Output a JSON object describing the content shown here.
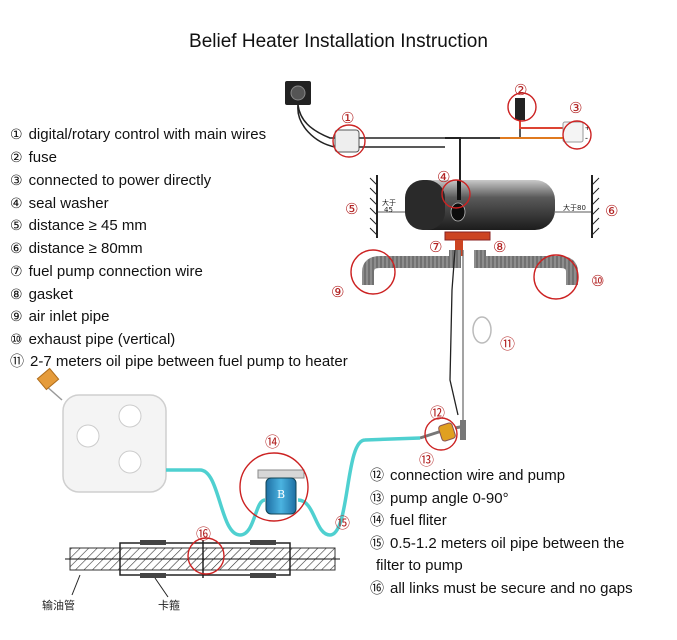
{
  "title": "Belief Heater Installation Instruction",
  "legend_top": [
    {
      "num": "①",
      "text": "digital/rotary control with main wires"
    },
    {
      "num": "②",
      "text": "fuse"
    },
    {
      "num": "③",
      "text": "connected to power directly"
    },
    {
      "num": "④",
      "text": "seal washer"
    },
    {
      "num": "⑤",
      "text": "distance ≥  45 mm"
    },
    {
      "num": "⑥",
      "text": "distance ≥  80mm"
    },
    {
      "num": "⑦",
      "text": "fuel pump connection wire"
    },
    {
      "num": "⑧",
      "text": "gasket"
    },
    {
      "num": "⑨",
      "text": "air inlet pipe"
    },
    {
      "num": "⑩",
      "text": "exhaust pipe (vertical)"
    },
    {
      "num": "⑪",
      "text": "2-7 meters oil pipe between fuel pump to heater"
    }
  ],
  "legend_bottom": [
    {
      "num": "⑫",
      "text": "connection wire and pump"
    },
    {
      "num": "⑬",
      "text": "pump angle 0-90°"
    },
    {
      "num": "⑭",
      "text": "fuel fliter"
    },
    {
      "num": "⑮",
      "text": "0.5-1.2 meters oil pipe between the"
    },
    {
      "num": "",
      "text": "filter to pump"
    },
    {
      "num": "⑯",
      "text": "all links must be secure and no gaps"
    }
  ],
  "diagram_labels": {
    "c1": "①",
    "c2": "②",
    "c3": "③",
    "c4": "④",
    "c5": "⑤",
    "c6": "⑥",
    "c7": "⑦",
    "c8": "⑧",
    "c9": "⑨",
    "c10": "⑩",
    "c11": "⑪",
    "c12": "⑫",
    "c13": "⑬",
    "c14": "⑭",
    "c15": "⑮",
    "c16": "⑯",
    "dist_left_cn": "大于",
    "dist_left_val": "45",
    "dist_right": "大于80",
    "oil_pipe_cn": "输油管",
    "clamp_cn": "卡箍"
  },
  "colors": {
    "callout": "#cc2222",
    "fuel_line": "#4fd0d0",
    "heater_body": "#3a3a3a",
    "text": "#111111"
  }
}
